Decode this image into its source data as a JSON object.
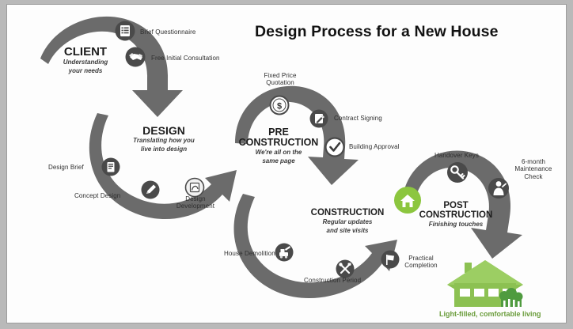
{
  "title": "Design Process for a New House",
  "colors": {
    "arrow_gray": "#6b6b6b",
    "icon_dark": "#4a4a4a",
    "accent_green": "#8cc63f",
    "house_green": "#8cc152",
    "shrub_green": "#4f9b3f",
    "caption_green": "#6a9c3b",
    "background": "#fdfdfd",
    "frame_gray": "#b9b9b9"
  },
  "stages": [
    {
      "id": "client",
      "name": "CLIENT",
      "tagline_line1": "Understanding",
      "tagline_line2": "your needs",
      "items": [
        {
          "label": "Brief Questionnaire",
          "icon": "list-document-icon"
        },
        {
          "label": "Free Initial Consultation",
          "icon": "handshake-icon"
        }
      ]
    },
    {
      "id": "design",
      "name": "DESIGN",
      "tagline_line1": "Translating how you",
      "tagline_line2": "live into design",
      "items": [
        {
          "label": "Design Brief",
          "icon": "document-icon"
        },
        {
          "label": "Concept Design",
          "icon": "pencil-icon"
        },
        {
          "label_line1": "Design",
          "label_line2": "Development",
          "icon": "drafting-icon"
        }
      ]
    },
    {
      "id": "pre-construction",
      "name_line1": "PRE",
      "name_line2": "CONSTRUCTION",
      "tagline_line1": "We're all on the",
      "tagline_line2": "same page",
      "items": [
        {
          "label_line1": "Fixed Price",
          "label_line2": "Quotation",
          "icon": "dollar-icon"
        },
        {
          "label": "Contract Signing",
          "icon": "contract-pen-icon"
        },
        {
          "label": "Building Approval",
          "icon": "check-icon"
        }
      ]
    },
    {
      "id": "construction",
      "name": "CONSTRUCTION",
      "tagline_line1": "Regular updates",
      "tagline_line2": "and site visits",
      "items": [
        {
          "label": "House Demolition",
          "icon": "excavator-icon"
        },
        {
          "label": "Construction Period",
          "icon": "tools-icon"
        },
        {
          "label_line1": "Practical",
          "label_line2": "Completion",
          "icon": "flag-icon"
        }
      ]
    },
    {
      "id": "post-construction",
      "name_line1": "POST",
      "name_line2": "CONSTRUCTION",
      "tagline": "Finishing touches",
      "badge_icon": "house-circle-icon",
      "items": [
        {
          "label": "Handover Keys",
          "icon": "key-icon"
        },
        {
          "label_line1": "6-month",
          "label_line2": "Maintenance",
          "label_line3": "Check",
          "icon": "maintenance-person-icon"
        }
      ]
    }
  ],
  "result": {
    "icon": "green-house-illustration",
    "caption": "Light-filled, comfortable living"
  }
}
